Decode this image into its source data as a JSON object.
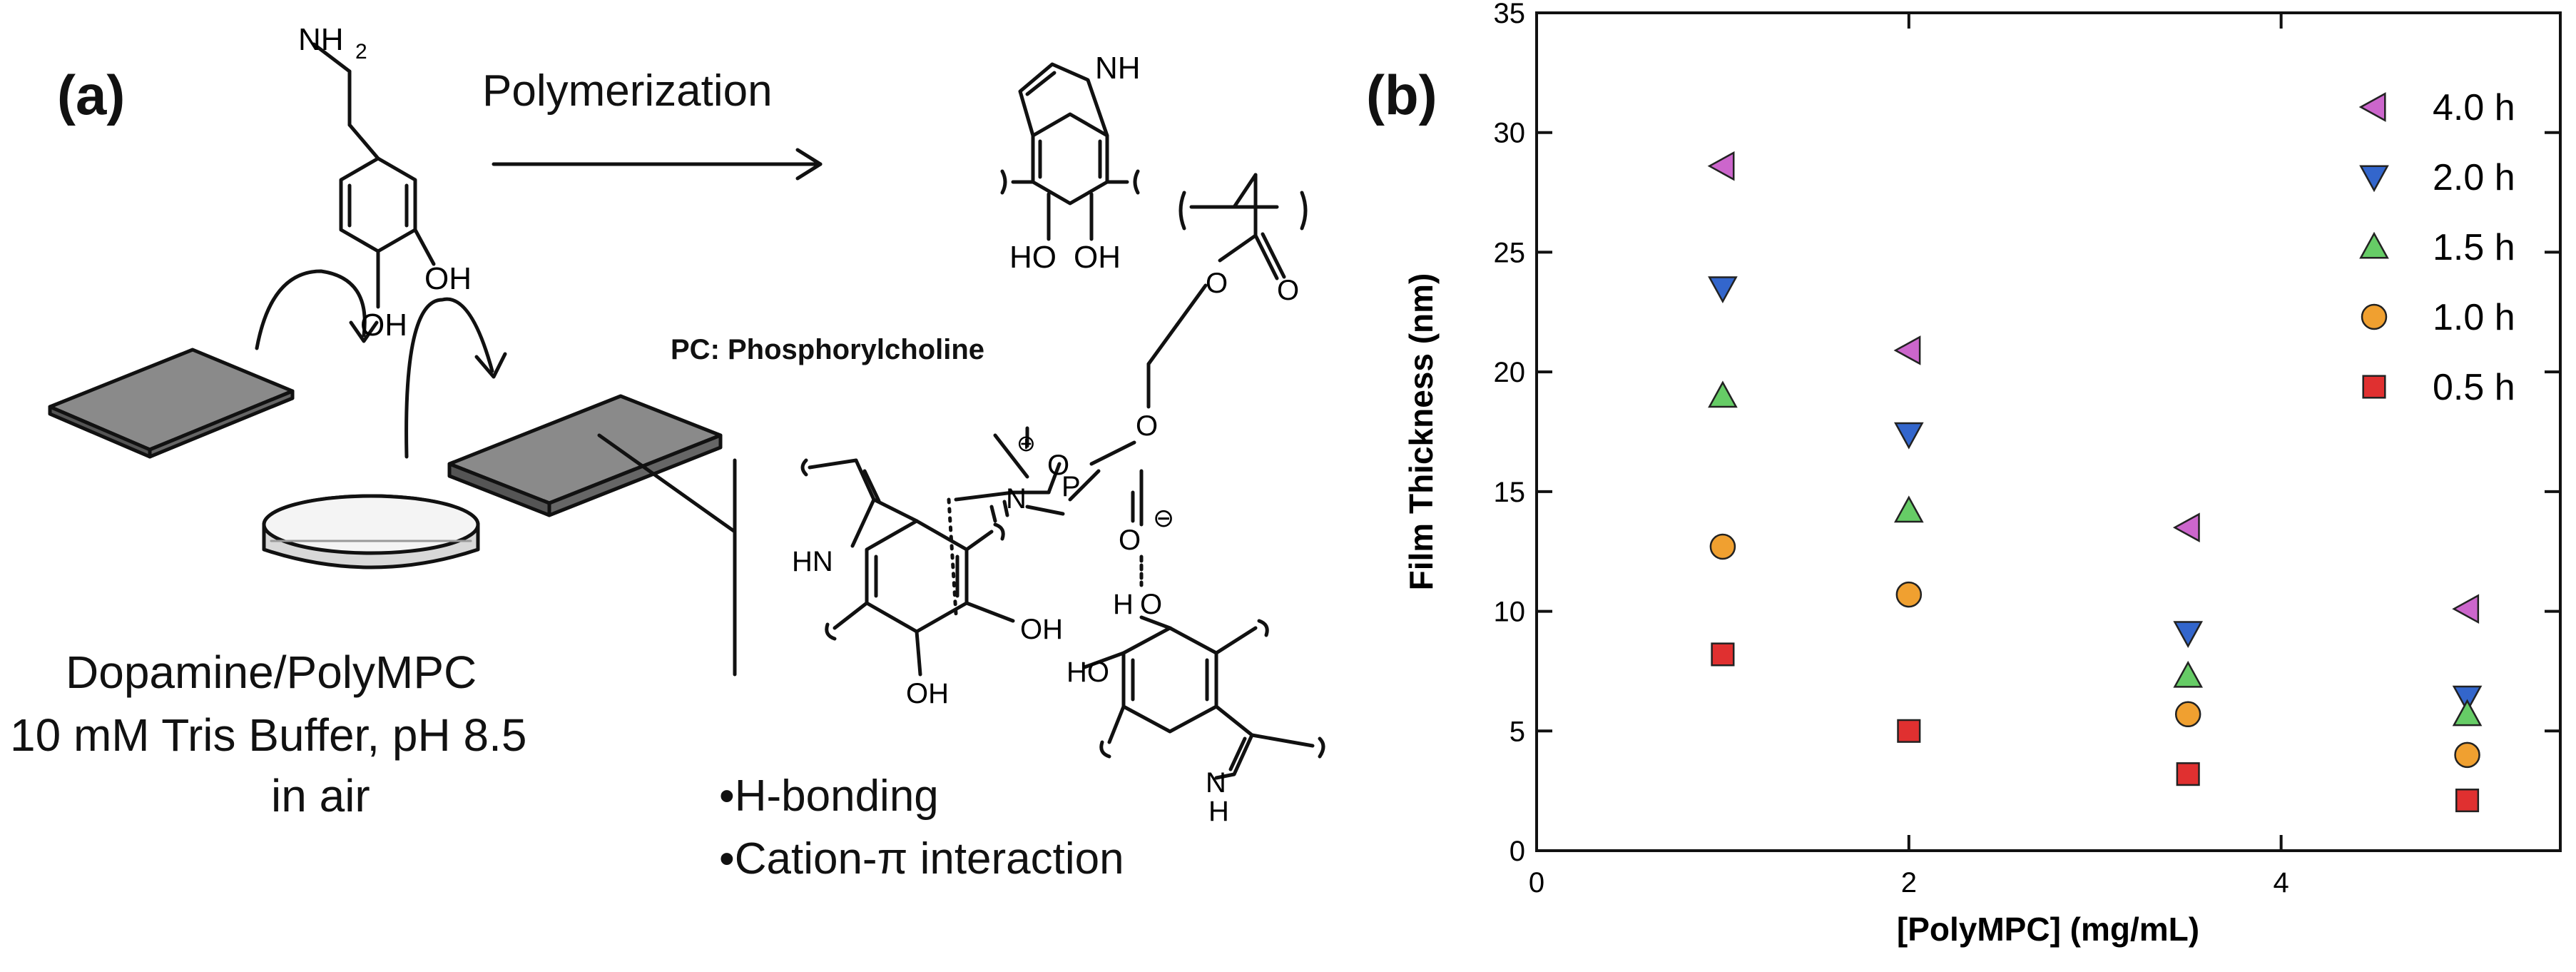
{
  "panel_a": {
    "label": "(a)",
    "arrow_label": "Polymerization",
    "amine_group": "NH",
    "amine_subscript": "2",
    "oh_label": "OH",
    "ho_label": "HO",
    "nh_label": "NH",
    "hn_label": "HN",
    "h_label": "H",
    "n_label": "N",
    "o_label": "O",
    "p_label": "P",
    "plus_sign": "⊕",
    "minus_sign": "⊖",
    "pc_label": "PC: Phosphorylcholine",
    "solution_line1": "Dopamine/PolyMPC",
    "solution_line2": "10 mM Tris Buffer, pH 8.5",
    "solution_line3": "in air",
    "bullet1": "•H-bonding",
    "bullet2": "•Cation-π interaction"
  },
  "panel_b": {
    "label": "(b)"
  },
  "chart_data": {
    "type": "scatter",
    "xlabel": "[PolyMPC] (mg/mL)",
    "ylabel": "Film Thickness (nm)",
    "xlim": [
      0,
      5.5
    ],
    "ylim": [
      0,
      35
    ],
    "xticks": [
      0,
      2,
      4
    ],
    "yticks": [
      0,
      5,
      10,
      15,
      20,
      25,
      30,
      35
    ],
    "grid": false,
    "legend_position": "top-right",
    "series": [
      {
        "name": "4.0 h",
        "marker": "triangle-left",
        "color": "#cc66cc",
        "x": [
          1,
          2,
          3.5,
          5
        ],
        "y": [
          28.6,
          20.9,
          13.5,
          10.1
        ]
      },
      {
        "name": "2.0 h",
        "marker": "triangle-down",
        "color": "#3366cc",
        "x": [
          1,
          2,
          3.5,
          5
        ],
        "y": [
          23.5,
          17.4,
          9.1,
          6.4
        ]
      },
      {
        "name": "1.5 h",
        "marker": "triangle-up",
        "color": "#66cc66",
        "x": [
          1,
          2,
          3.5,
          5
        ],
        "y": [
          19.0,
          14.2,
          7.3,
          5.7
        ]
      },
      {
        "name": "1.0 h",
        "marker": "circle",
        "color": "#f0a030",
        "x": [
          1,
          2,
          3.5,
          5
        ],
        "y": [
          12.7,
          10.7,
          5.7,
          4.0
        ]
      },
      {
        "name": "0.5 h",
        "marker": "square",
        "color": "#e03030",
        "x": [
          1,
          2,
          3.5,
          5
        ],
        "y": [
          8.2,
          5.0,
          3.2,
          2.1
        ]
      }
    ]
  }
}
